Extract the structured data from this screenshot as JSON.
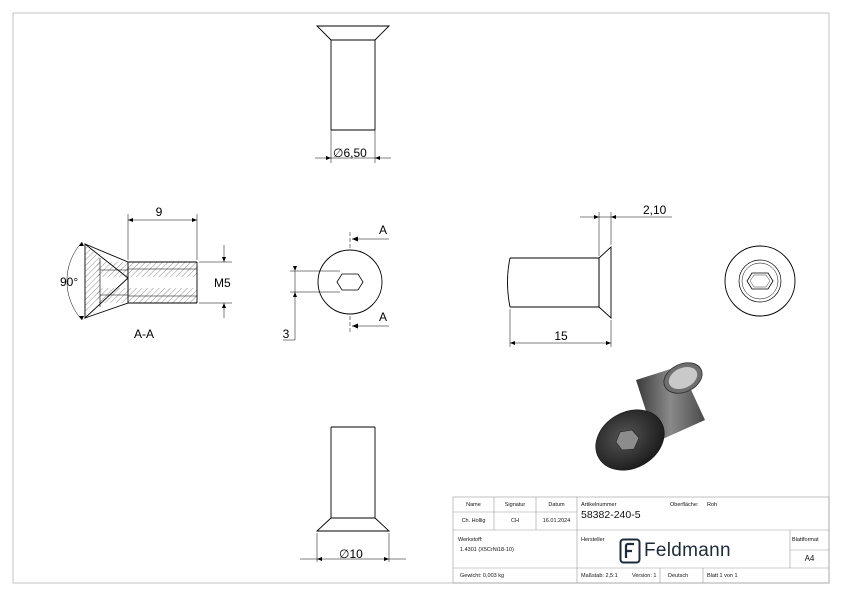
{
  "drawing": {
    "dimensions": {
      "top_diameter": "∅6,50",
      "section_length": "9",
      "section_angle": "90°",
      "section_thread": "M5",
      "section_label": "A-A",
      "section_marker_top": "A",
      "section_marker_bottom": "A",
      "hex_offset": "3",
      "head_height": "2,10",
      "length": "15",
      "bottom_diameter": "∅10"
    }
  },
  "title_block": {
    "headers": {
      "name": "Name",
      "signature": "Signatur",
      "date": "Datum",
      "article_number": "Artikelnummer",
      "surface": "Oberfläche:",
      "material": "Werkstoff:",
      "manufacturer": "Hersteller",
      "sheet_format": "Blattformat"
    },
    "values": {
      "name": "Ch. Hollig",
      "signature": "CH",
      "date": "16.01.2024",
      "article_number": "58382-240-5",
      "surface": "Roh",
      "material": "1.4301 (X5CrNi18-10)",
      "manufacturer": "Feldmann",
      "sheet_format": "A4",
      "weight": "Gewicht: 0,003 kg",
      "scale": "Maßstab: 2,5:1",
      "version": "Version: 1",
      "language": "Deutsch",
      "sheet": "Blatt 1 von 1"
    }
  }
}
